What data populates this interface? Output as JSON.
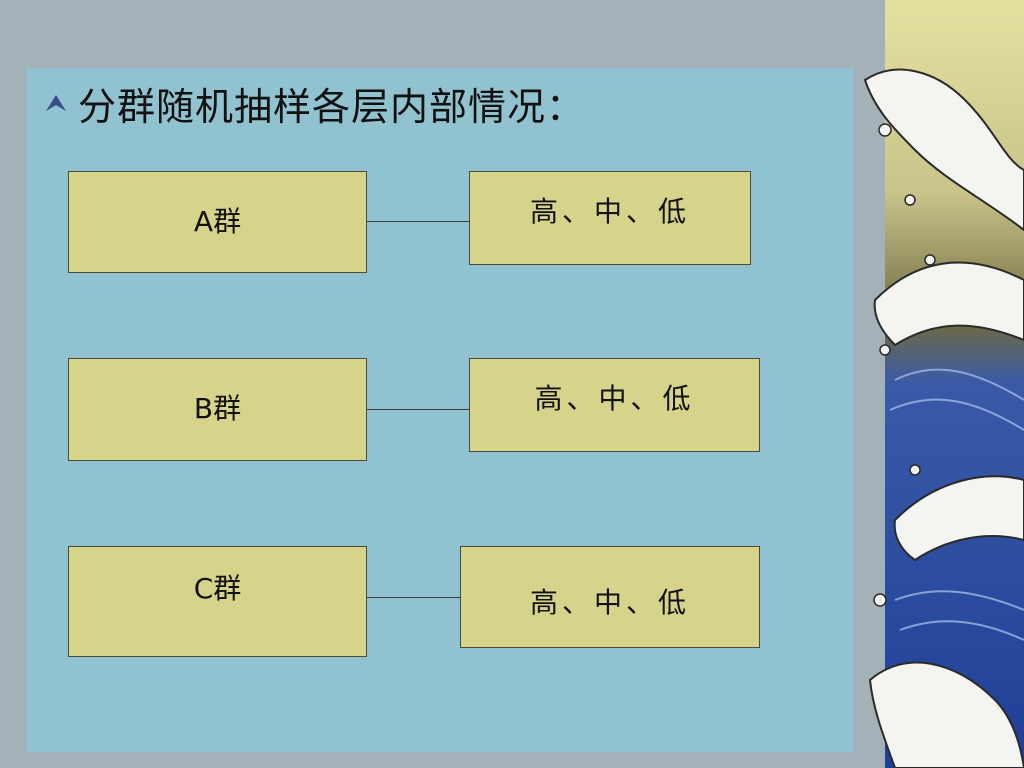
{
  "title": "分群随机抽样各层内部情况：",
  "rows": [
    {
      "group": "A群",
      "strata": "高、中、低"
    },
    {
      "group": "B群",
      "strata": "高、中、低"
    },
    {
      "group": "C群",
      "strata": "高、中、低"
    }
  ],
  "colors": {
    "background": "#a5b1b9",
    "panel": "#90c2cf",
    "box_fill": "#d6d48a",
    "bullet": "#3b4a8a"
  },
  "icons": {
    "bullet": "caret-bullet-icon",
    "decoration": "wave-illustration"
  }
}
